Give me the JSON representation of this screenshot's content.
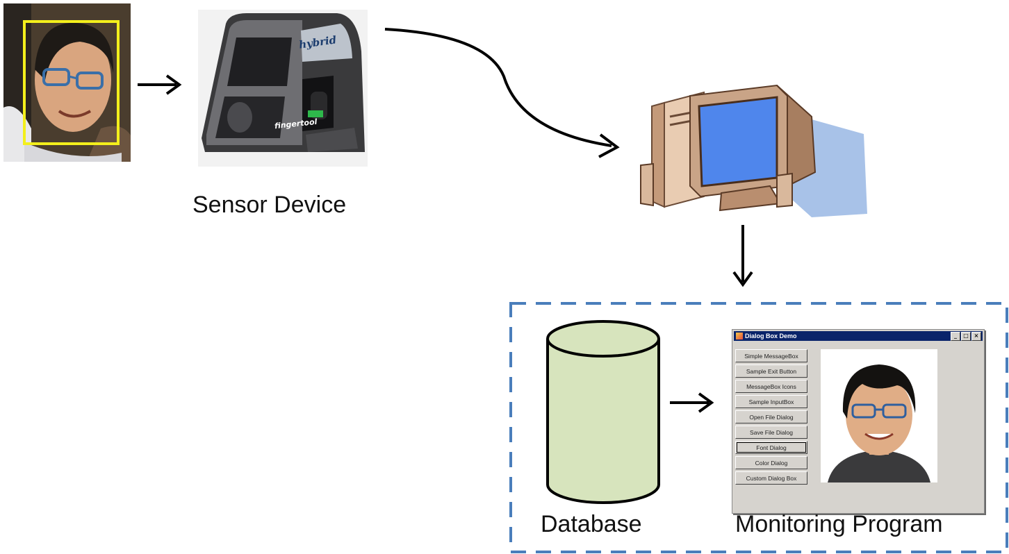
{
  "captions": {
    "sensor": "Sensor Device",
    "database": "Database",
    "monitor": "Monitoring Program"
  },
  "device": {
    "brand": "fingertool",
    "logo": "hybrid"
  },
  "dialog": {
    "title": "Dialog Box Demo",
    "controls": [
      "_",
      "□",
      "×"
    ],
    "buttons": [
      "Simple MessageBox",
      "Sample Exit Button",
      "MessageBox Icons",
      "Sample InputBox",
      "Open File Dialog",
      "Save File Dialog",
      "Font Dialog",
      "Color Dialog",
      "Custom Dialog Box"
    ],
    "active_button": "Font Dialog"
  },
  "colors": {
    "face_box": "#f3ef1c",
    "dashed_border": "#4a7ebb",
    "database_fill": "#d7e4bd",
    "monitor_screen": "#4f86ec",
    "monitor_shadow": "#a8c2e8",
    "titlebar": "#0a246a"
  }
}
